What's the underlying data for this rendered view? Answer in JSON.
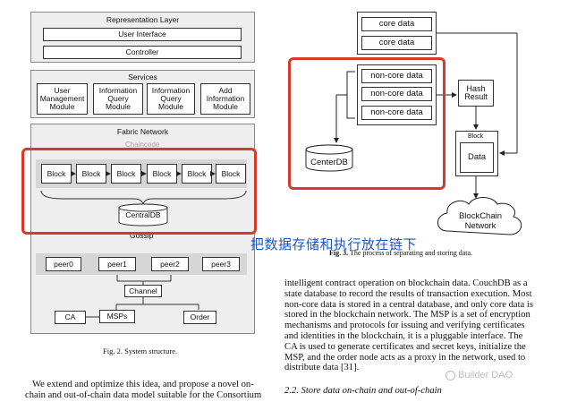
{
  "left_figure": {
    "representation_layer": {
      "title": "Representation Layer",
      "user_interface": "User Interface",
      "controller": "Controller"
    },
    "services": {
      "title": "Services",
      "modules": [
        [
          "User",
          "Management",
          "Module"
        ],
        [
          "Information",
          "Query",
          "Module"
        ],
        [
          "Information",
          "Query",
          "Module"
        ],
        [
          "Add",
          "Information",
          "Module"
        ]
      ]
    },
    "fabric_network": {
      "title": "Fabric Network",
      "faded_label": "Chaincode",
      "blocks": [
        "Block",
        "Block",
        "Block",
        "Block",
        "Block",
        "Block"
      ],
      "central_db": "CentralDB",
      "gossip": "Gossip",
      "peers": [
        "peer0",
        "peer1",
        "peer2",
        "peer3"
      ],
      "channel": "Channel",
      "ca": "CA",
      "msps": "MSPs",
      "order": "Order"
    },
    "caption": "Fig. 2. System structure."
  },
  "right_figure": {
    "core_data": [
      "core data",
      "core data"
    ],
    "non_core_data": [
      "non-core data",
      "non-core data",
      "non-core data"
    ],
    "hash_result": [
      "Hash",
      "Result"
    ],
    "block_label": "Block",
    "data_label": "Data",
    "center_db": "CenterDB",
    "cloud": [
      "BlockChain",
      "Network"
    ],
    "caption_bold": "Fig. 3.",
    "caption_rest": "The process of separating and storing data."
  },
  "overlay_text": "把数据存储和执行放在链下",
  "right_text": {
    "lines": [
      "intelligent contract operation on blockchain data. CouchDB as a",
      "state database to record the results of transaction execution. Most",
      "non-core data is stored in a central database, and only core data is",
      "stored in the blockchain network. The MSP is a set of encryption",
      "mechanisms and protocols for issuing and verifying certificates",
      "and identities in the blockchain, it is a pluggable interface. The",
      "CA is used to generate certificates and secret keys, initialize the",
      "MSP, and the order node acts as a proxy in the network, used to",
      "distribute data [31]."
    ],
    "section_heading": "2.2. Store data on-chain and out-of-chain"
  },
  "left_text": {
    "lines": [
      "We extend and optimize this idea, and propose a novel on-",
      "chain and out-of-chain data model suitable for the Consortium"
    ]
  },
  "watermark": "Builder DAO",
  "colors": {
    "highlight_red": "#d63a2a",
    "panel_gray": "#eeeeee",
    "block_band": "#d6d6d6"
  }
}
